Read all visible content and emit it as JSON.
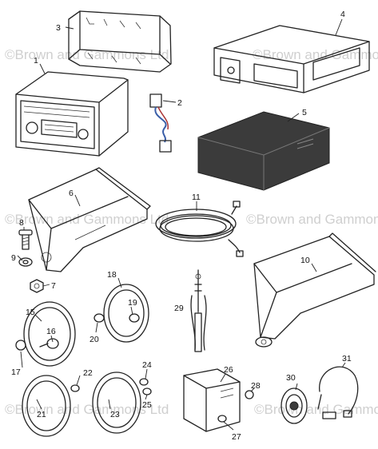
{
  "watermark": "©Brown and Gammons Ltd",
  "callouts": {
    "p1": "1",
    "p2": "2",
    "p3": "3",
    "p4": "4",
    "p5": "5",
    "p6": "6",
    "p7": "7",
    "p8": "8",
    "p9": "9",
    "p10": "10",
    "p11": "11",
    "p15": "15",
    "p16": "16",
    "p17": "17",
    "p18": "18",
    "p19": "19",
    "p20": "20",
    "p21": "21",
    "p22": "22",
    "p23": "23",
    "p24": "24",
    "p25": "25",
    "p26": "26",
    "p27": "27",
    "p28": "28",
    "p29": "29",
    "p30": "30",
    "p31": "31"
  }
}
